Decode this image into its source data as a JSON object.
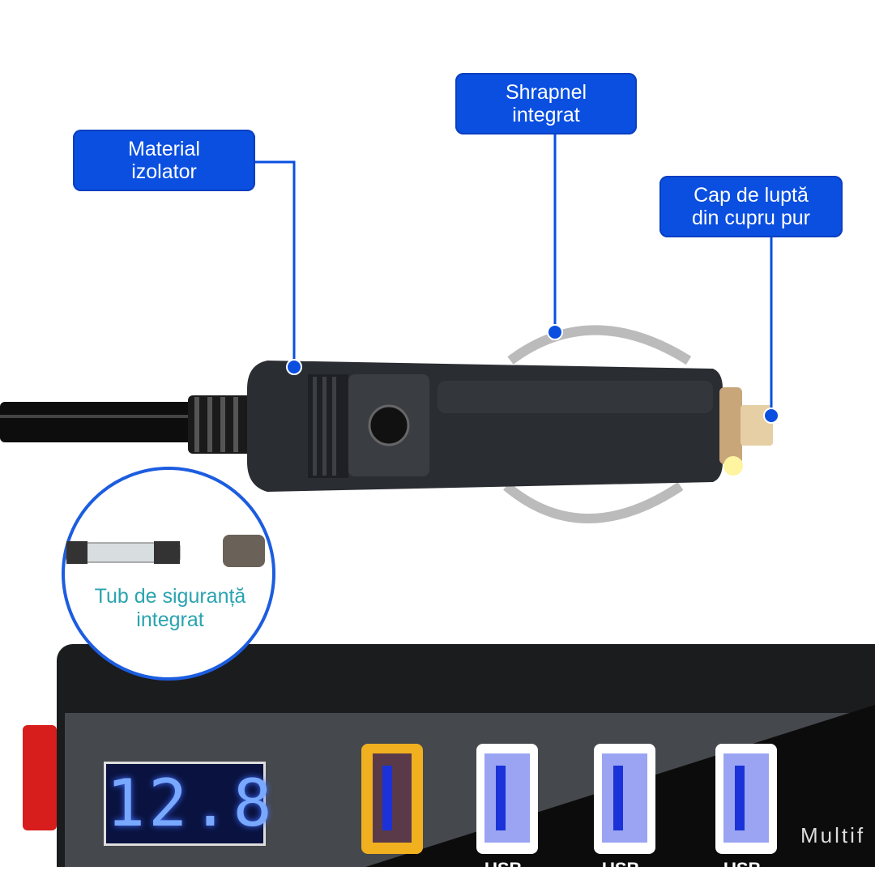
{
  "callouts": {
    "insulating_material": [
      "Material",
      "izolator"
    ],
    "shrapnel": [
      "Shrapnel",
      "integrat"
    ],
    "copper_head": [
      "Cap de luptă",
      "din cupru pur"
    ]
  },
  "fuse_inset": [
    "Tub de siguranță",
    "integrat"
  ],
  "device": {
    "voltage_display": "12.8",
    "usb_labels": [
      "USB",
      "USB",
      "USB"
    ],
    "brand_text": "Multif"
  },
  "colors": {
    "callout_blue": "#0a4fe0",
    "fuse_text": "#2aa3b0",
    "qc_port": "#f0b020"
  }
}
